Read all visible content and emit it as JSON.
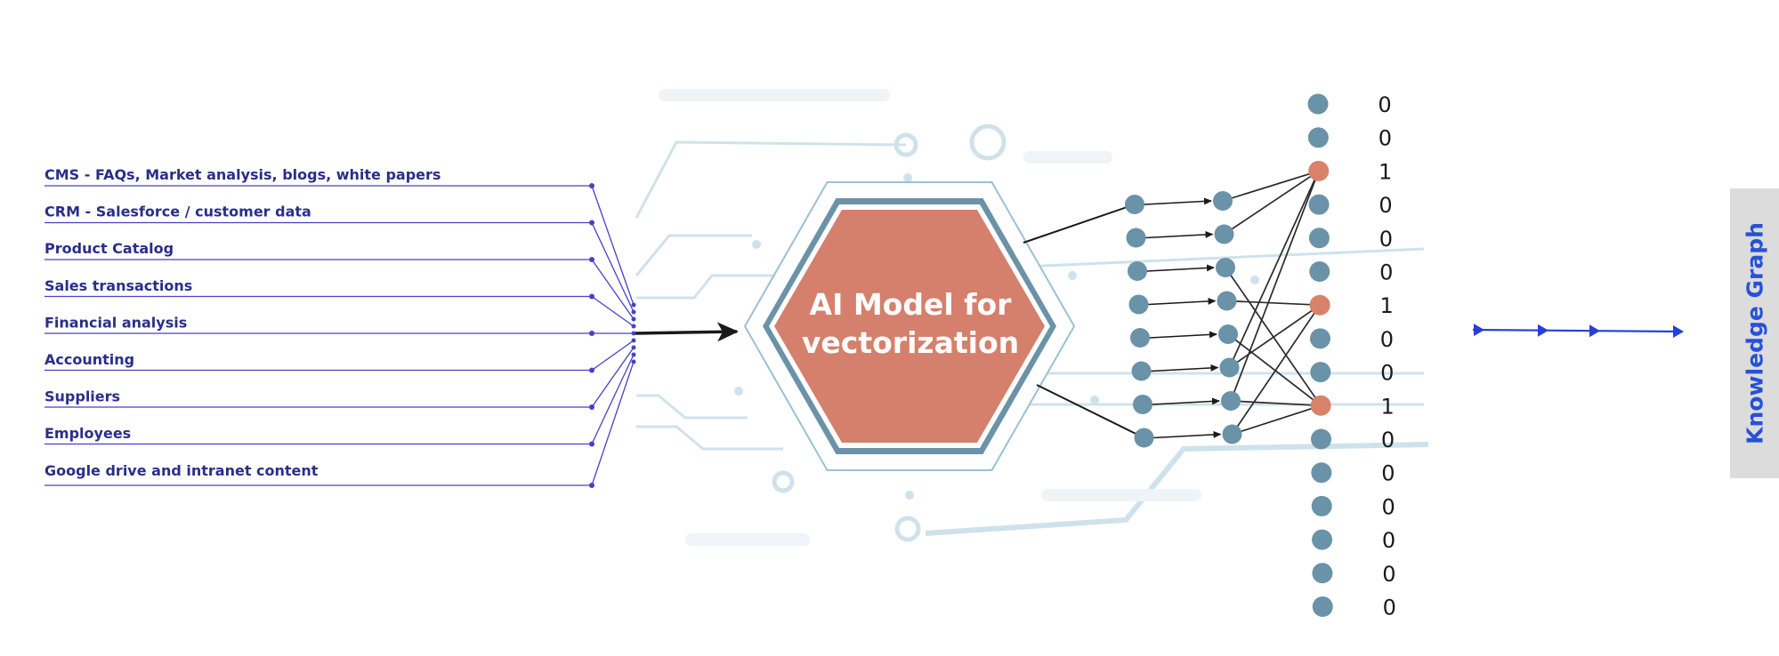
{
  "sources": [
    "CMS - FAQs, Market analysis, blogs, white papers",
    "CRM - Salesforce / customer data",
    "Product Catalog",
    "Sales transactions",
    "Financial analysis",
    "Accounting",
    "Suppliers",
    "Employees",
    "Google drive and intranet content"
  ],
  "model": {
    "line1": "AI Model for",
    "line2": "vectorization"
  },
  "vector": [
    0,
    0,
    1,
    0,
    0,
    0,
    1,
    0,
    0,
    1,
    0,
    0,
    0,
    0,
    0,
    0
  ],
  "knowledge_graph": {
    "label": "Knowledge Graph"
  },
  "colors": {
    "source_text": "#2a2e8a",
    "source_line": "#4a3fc8",
    "node": "#6a92a8",
    "node_active": "#d9826a",
    "hexagon_fill": "#d5806c",
    "hexagon_ring": "#6c92a8",
    "arrow": "#2440d8",
    "panel": "#dcdcdc"
  }
}
